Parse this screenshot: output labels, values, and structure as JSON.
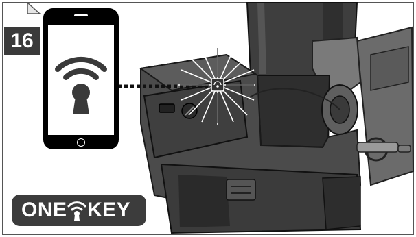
{
  "step": {
    "number": "16"
  },
  "logo": {
    "part1": "ONE",
    "part2": "KEY"
  },
  "icons": {
    "wifi": "wireless-key-icon",
    "logo_key": "keyhole-signal-icon",
    "device_sensor": "bluetooth-module-icon"
  },
  "colors": {
    "badge": "#3a3a3a",
    "logo": "#3c3c3c",
    "machine": "#4a4a4a",
    "outline": "#222222",
    "background": "#ffffff"
  }
}
